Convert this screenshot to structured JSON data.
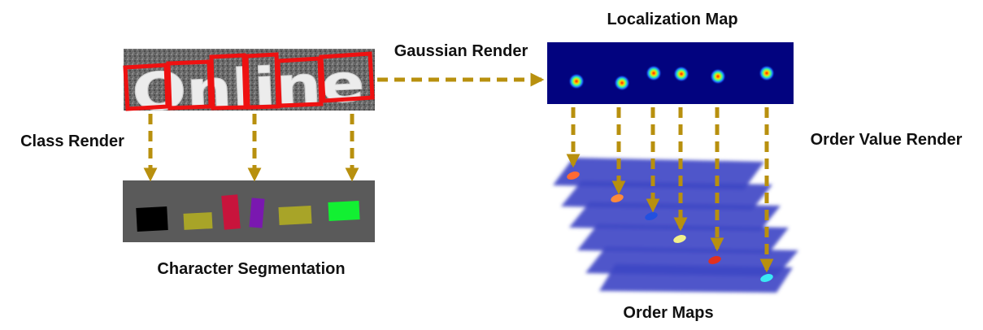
{
  "labels": {
    "localization_map": "Localization Map",
    "gaussian_render": "Gaussian Render",
    "class_render": "Class Render",
    "order_value_render": "Order Value Render",
    "character_segmentation": "Character Segmentation",
    "order_maps": "Order Maps"
  },
  "input_image": {
    "word": "Online"
  },
  "colors": {
    "arrow": "#b8900e",
    "character_box": "#ee1111",
    "map_background": "#02037f",
    "segmentation_background": "#5a5a5a",
    "order_map_plane": "#3f46c6"
  },
  "segmentation_classes": [
    {
      "char": "O",
      "color": "#000000"
    },
    {
      "char": "n",
      "color": "#a8a428"
    },
    {
      "char": "l",
      "color": "#c8143c"
    },
    {
      "char": "i",
      "color": "#7a18b0"
    },
    {
      "char": "n",
      "color": "#a8a428"
    },
    {
      "char": "e",
      "color": "#12f032"
    }
  ],
  "order_marks": [
    {
      "order": 1,
      "color": "#ff6a32"
    },
    {
      "order": 2,
      "color": "#ff8a3a"
    },
    {
      "order": 3,
      "color": "#2250e0"
    },
    {
      "order": 4,
      "color": "#f2f08a"
    },
    {
      "order": 5,
      "color": "#e2301e"
    },
    {
      "order": 6,
      "color": "#3ae8f4"
    }
  ]
}
